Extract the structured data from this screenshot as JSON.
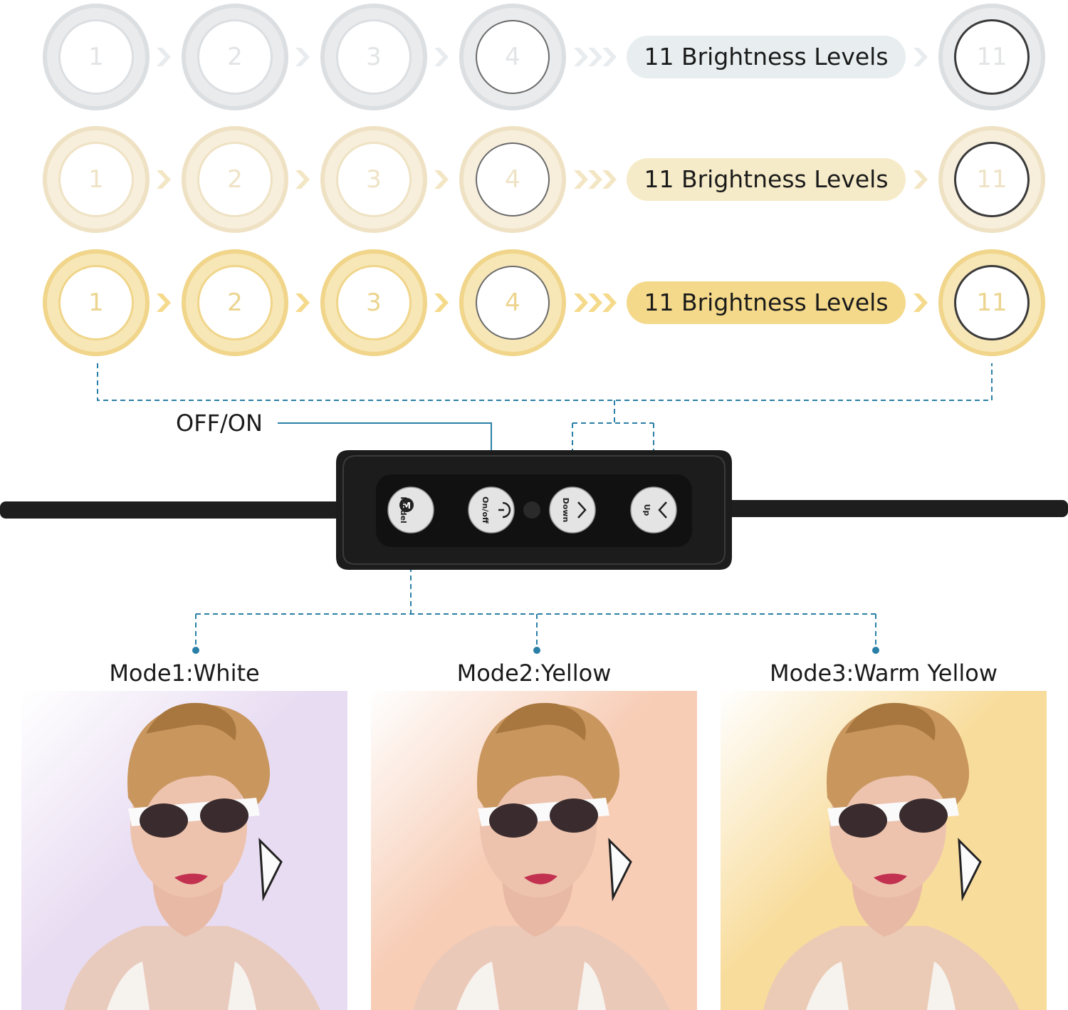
{
  "rows": [
    {
      "name": "white",
      "levels": [
        "1",
        "2",
        "3",
        "4"
      ],
      "last_level": "11",
      "pill_label": "11 Brightness Levels",
      "colors": {
        "ring_outer": "#e9ebed",
        "ring_inner": "#dcdfe2",
        "pill": "#e8eef0",
        "chevron": "#e9ecee",
        "numbers": "#e2e4e6"
      }
    },
    {
      "name": "yellow",
      "levels": [
        "1",
        "2",
        "3",
        "4"
      ],
      "last_level": "11",
      "pill_label": "11 Brightness Levels",
      "colors": {
        "ring_outer": "#f7efdc",
        "ring_inner": "#efe2c4",
        "pill": "#f6ebc9",
        "chevron": "#f3e6c4",
        "numbers": "#efe3c6"
      }
    },
    {
      "name": "warm-yellow",
      "levels": [
        "1",
        "2",
        "3",
        "4"
      ],
      "last_level": "11",
      "pill_label": "11 Brightness Levels",
      "colors": {
        "ring_outer": "#f7e7b7",
        "ring_inner": "#f0d58a",
        "pill": "#f4d98a",
        "chevron": "#f5da8c",
        "numbers": "#ecd48e"
      }
    }
  ],
  "controller": {
    "off_on_label": "OFF/ON",
    "buttons": {
      "mode": {
        "glyph": "M",
        "label": "Model"
      },
      "power": {
        "label": "On/off"
      },
      "down": {
        "label": "Down"
      },
      "up": {
        "label": "Up"
      }
    }
  },
  "modes": [
    {
      "label": "Mode1:White",
      "tint": "#e8dcf2"
    },
    {
      "label": "Mode2:Yellow",
      "tint": "#f7cdb6"
    },
    {
      "label": "Mode3:Warm Yellow",
      "tint": "#f8dc9c"
    }
  ],
  "colors": {
    "connector": "#2a7fa6",
    "controller_body": "#1c1c1c",
    "button_face": "#e4e4e4"
  }
}
